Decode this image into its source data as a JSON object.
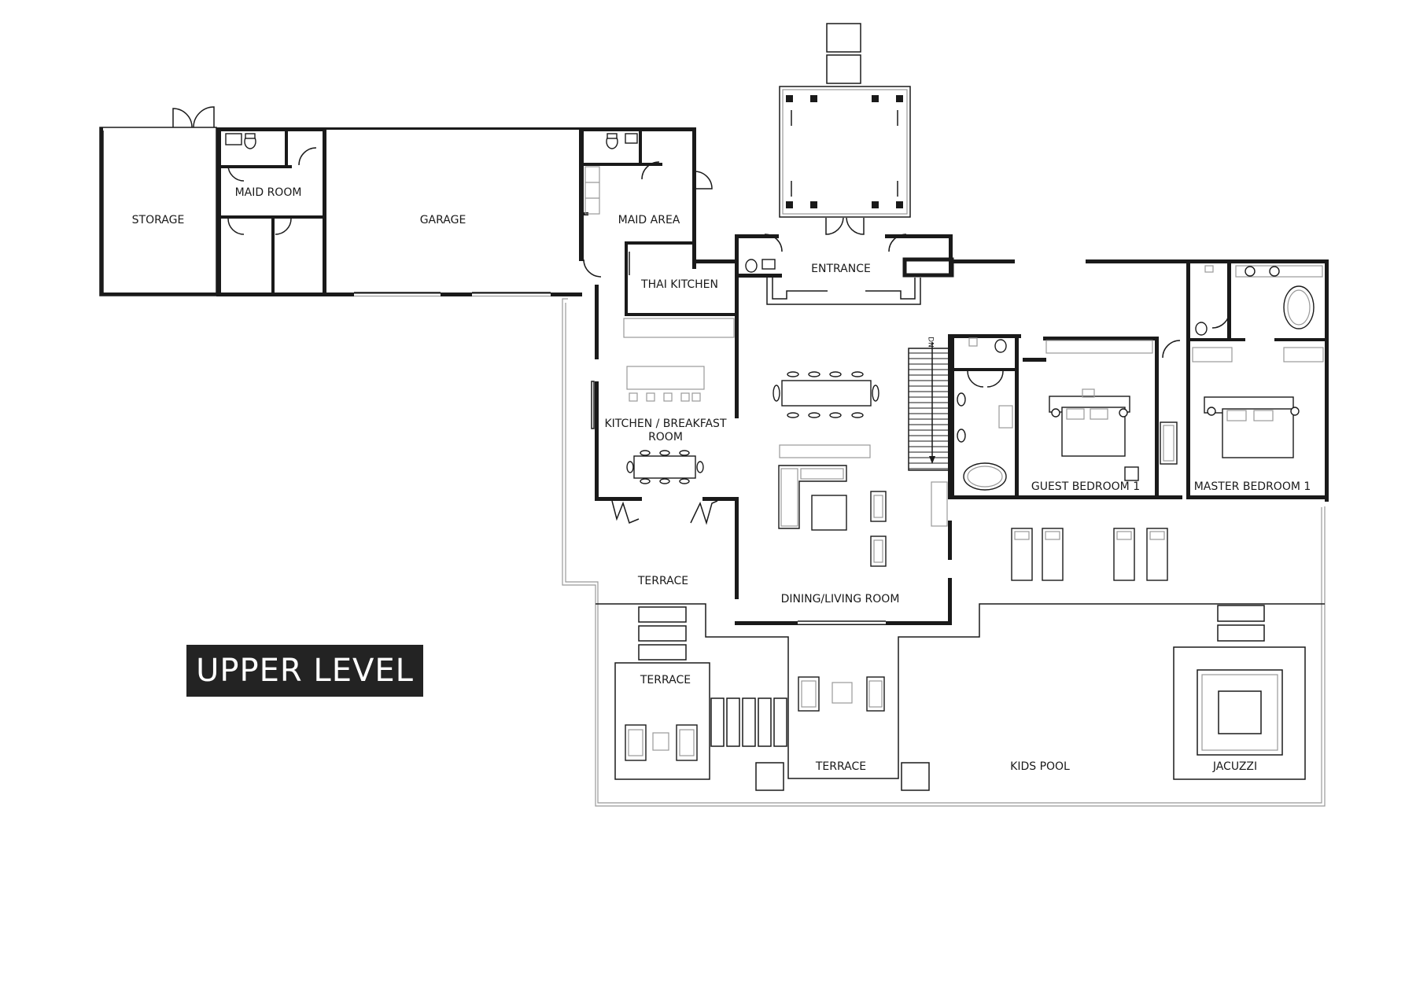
{
  "floor_plan": {
    "level_title": "UPPER LEVEL",
    "rooms": {
      "storage": "STORAGE",
      "maid_room": "MAID ROOM",
      "garage": "GARAGE",
      "maid_area": "MAID AREA",
      "thai_kitchen": "THAI KITCHEN",
      "entrance": "ENTRANCE",
      "kitchen_breakfast_line1": "KITCHEN / BREAKFAST",
      "kitchen_breakfast_line2": "ROOM",
      "guest_bedroom": "GUEST BEDROOM 1",
      "master_bedroom": "MASTER BEDROOM 1",
      "terrace_west": "TERRACE",
      "dining_living": "DINING/LIVING ROOM",
      "terrace_lower_left": "TERRACE",
      "terrace_lower_center": "TERRACE",
      "kids_pool": "KIDS POOL",
      "jacuzzi": "JACUZZI"
    },
    "stair_marker": "DN"
  }
}
